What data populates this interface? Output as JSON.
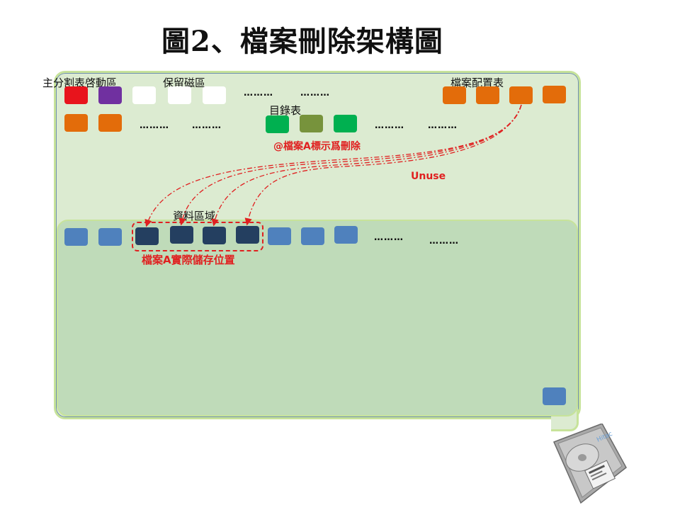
{
  "title": "圖2、檔案刪除架構圖",
  "labels": {
    "boot": "主分割表啓動區",
    "reserved": "保留磁區",
    "fat": "檔案配置表",
    "dir": "目錄表",
    "data_area": "資料區域"
  },
  "ellipsis": "………",
  "annotations": {
    "marked_deleted": "@檔案A標示爲刪除",
    "unuse": "Unuse",
    "actual_location": "檔案A實際儲存位置"
  },
  "hdd_brand": "Hitac",
  "colors": {
    "red": "#e8141c",
    "purple": "#7030a0",
    "white": "#ffffff",
    "orange": "#e36c0a",
    "green": "#00b050",
    "olive": "#77933c",
    "blue": "#4f81bd",
    "navy": "#243f60",
    "annotation_red": "#e02020"
  }
}
